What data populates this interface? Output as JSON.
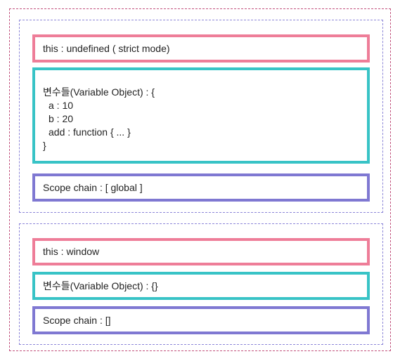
{
  "contexts": [
    {
      "this": "this : undefined ( strict mode)",
      "variable_object": {
        "header": "변수들(Variable Object) : {",
        "entries": [
          "a : 10",
          "b : 20",
          "add : function { ... }"
        ],
        "footer": "}"
      },
      "scope_chain": "Scope chain : [ global ]"
    },
    {
      "this": "this : window",
      "variable_object": {
        "header": "변수들(Variable Object) : {}"
      },
      "scope_chain": "Scope chain : []"
    }
  ],
  "colors": {
    "outer_frame": "#c2527d",
    "context_frame": "#8c86d8",
    "this_border": "#ee7d98",
    "variable_object_border": "#38c3c6",
    "scope_chain_border": "#7f78d2"
  }
}
